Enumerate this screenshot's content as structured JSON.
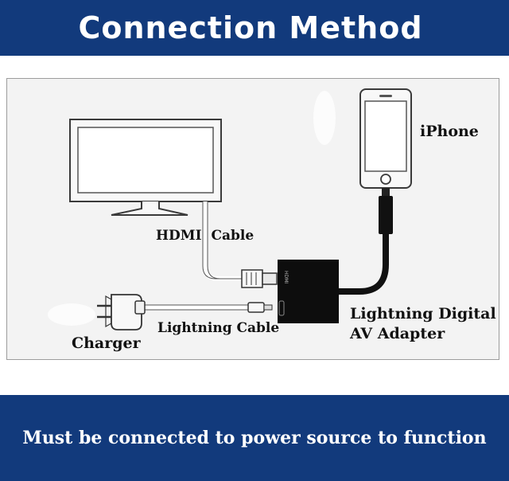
{
  "header": {
    "title": "Connection Method"
  },
  "labels": {
    "iphone": "iPhone",
    "hdmi_cable": "HDMI Cable",
    "lightning_cable": "Lightning Cable",
    "charger": "Charger",
    "adapter_line1": "Lightning Digital",
    "adapter_line2": "AV Adapter",
    "adapter_port": "HDMI"
  },
  "footer": {
    "text": "Must be connected to power source to function"
  },
  "colors": {
    "banner": "#123a7c",
    "panel": "#f3f3f3",
    "adapter": "#0d0d0d"
  },
  "icons": [
    "tv-monitor-icon",
    "iphone-icon",
    "power-plug-icon",
    "hdmi-connector-icon",
    "lightning-connector-icon",
    "av-adapter-icon"
  ]
}
